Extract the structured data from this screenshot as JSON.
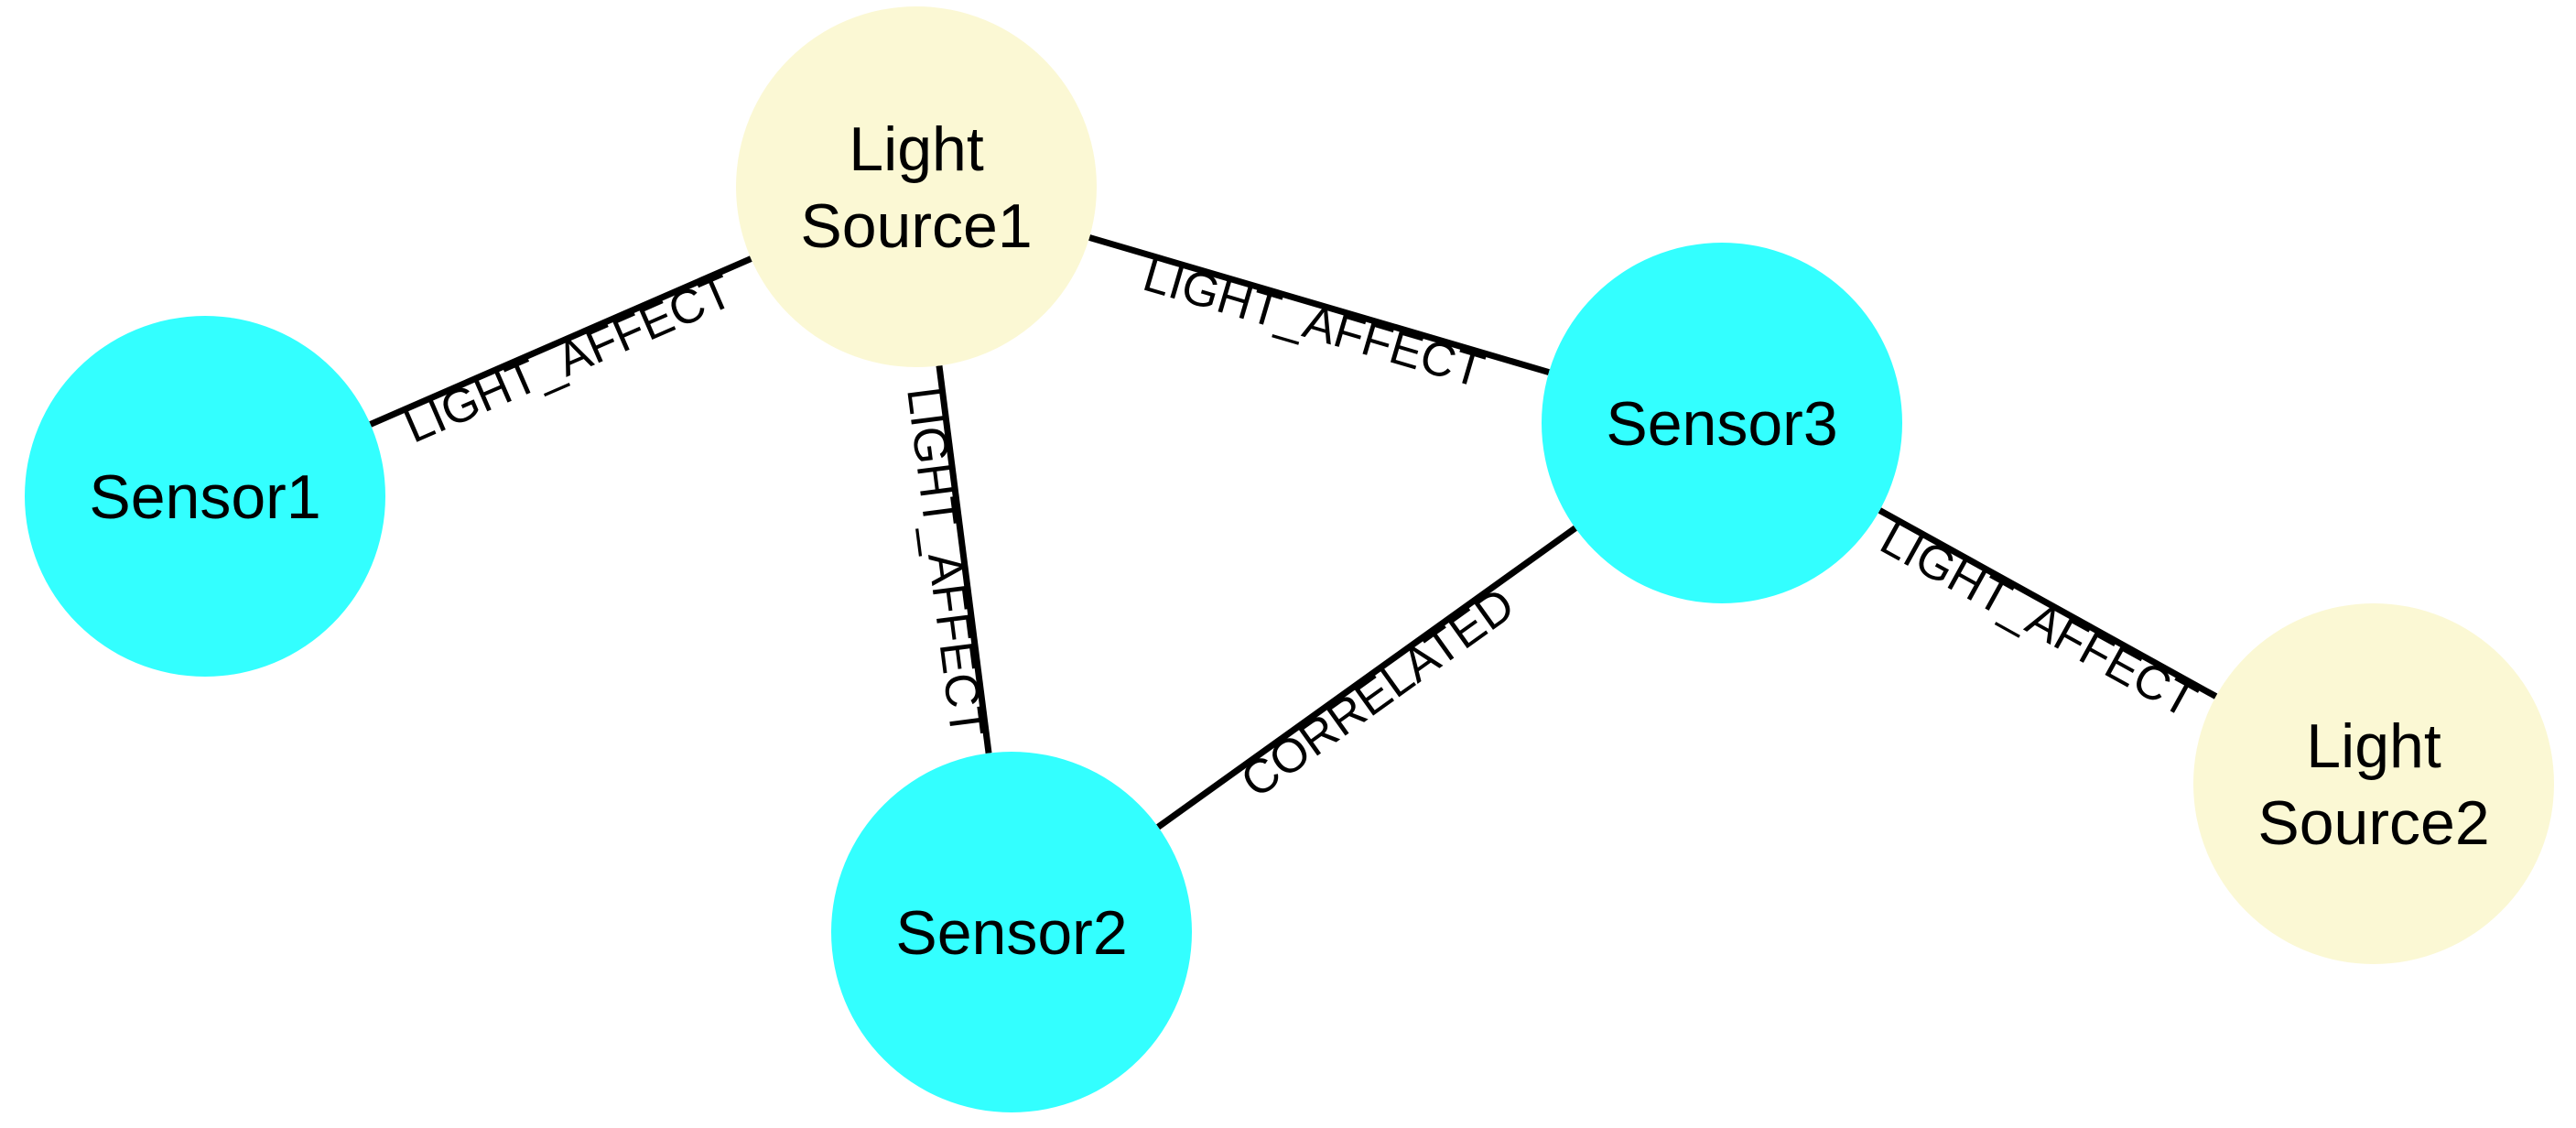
{
  "colors": {
    "sensor": "#33ffff",
    "light_source": "#fbf8d4",
    "edge": "#000000"
  },
  "nodes": [
    {
      "id": "light_source1",
      "type": "light_source",
      "lines": [
        "Light",
        "Source1"
      ]
    },
    {
      "id": "sensor1",
      "type": "sensor",
      "lines": [
        "Sensor1"
      ]
    },
    {
      "id": "sensor2",
      "type": "sensor",
      "lines": [
        "Sensor2"
      ]
    },
    {
      "id": "sensor3",
      "type": "sensor",
      "lines": [
        "Sensor3"
      ]
    },
    {
      "id": "light_source2",
      "type": "light_source",
      "lines": [
        "Light",
        "Source2"
      ]
    }
  ],
  "edges": [
    {
      "id": "ls1-s1",
      "from": "light_source1",
      "to": "sensor1",
      "label": "LIGHT_AFFECT"
    },
    {
      "id": "ls1-s3",
      "from": "light_source1",
      "to": "sensor3",
      "label": "LIGHT_AFFECT"
    },
    {
      "id": "ls1-s2",
      "from": "light_source1",
      "to": "sensor2",
      "label": "LIGHT_AFFECT"
    },
    {
      "id": "s2-s3",
      "from": "sensor2",
      "to": "sensor3",
      "label": "CORRELATED"
    },
    {
      "id": "s3-ls2",
      "from": "sensor3",
      "to": "light_source2",
      "label": "LIGHT_AFFECT"
    }
  ]
}
